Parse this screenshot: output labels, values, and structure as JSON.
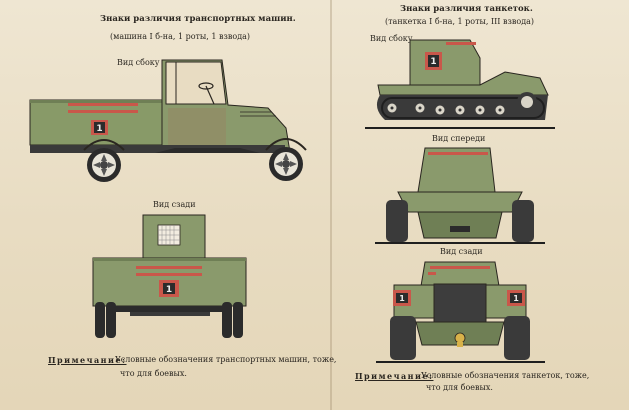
{
  "left": {
    "title": "Знаки различия транспортных машин.",
    "subtitle": "(машина I б-на, 1 роты,   1 взвода)",
    "side_label": "Вид сбоку",
    "rear_label": "Вид сзади",
    "note_head": "Примечание:",
    "note_line1": "Условные обозначения транспортных машин, тоже,",
    "note_line2": "что для боевых."
  },
  "right": {
    "title": "Знаки различия танкеток.",
    "subtitle": "(танкетка I б-на, 1 роты, III взвода)",
    "side_label": "Вид сбоку",
    "front_label": "Вид спереди",
    "rear_label": "Вид сзади",
    "note_head": "Примечание:",
    "note_line1": "Условные обозначения танкеток, тоже,",
    "note_line2": "что для боевых."
  },
  "badge_number": "1",
  "colors": {
    "olive": "#8a9a6c",
    "olive_dark": "#6f7f55",
    "stripe": "#c9574a",
    "ink": "#2a2620"
  }
}
